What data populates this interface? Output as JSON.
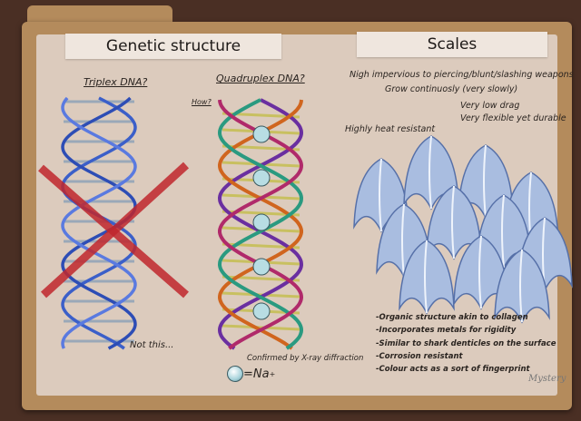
{
  "genetic": {
    "title": "Genetic structure",
    "triplex_label": "Triplex DNA?",
    "quadruplex_label": "Quadruplex DNA?",
    "how": "How?",
    "not_this": "Not this...",
    "confirmed": "Confirmed by X-ray diffraction",
    "legend_symbol": "=Na",
    "legend_sup": "+"
  },
  "scales": {
    "title": "Scales",
    "notes": [
      "Nigh impervious to piercing/blunt/slashing weapons",
      "Grow continuosly (very slowly)",
      "Very low drag",
      "Very flexible yet durable",
      "Highly heat resistant"
    ],
    "bullets": [
      "-Organic structure akin to collagen",
      "-Incorporates metals for rigidity",
      "-Similar to shark denticles on the surface",
      "-Corrosion resistant",
      "-Colour acts as a sort of fingerprint"
    ]
  },
  "signature": "Mystery",
  "colors": {
    "background": "#4a2f24",
    "folder": "#b48b5c",
    "paper": "#dccbbd",
    "cross": "#c0272d"
  }
}
